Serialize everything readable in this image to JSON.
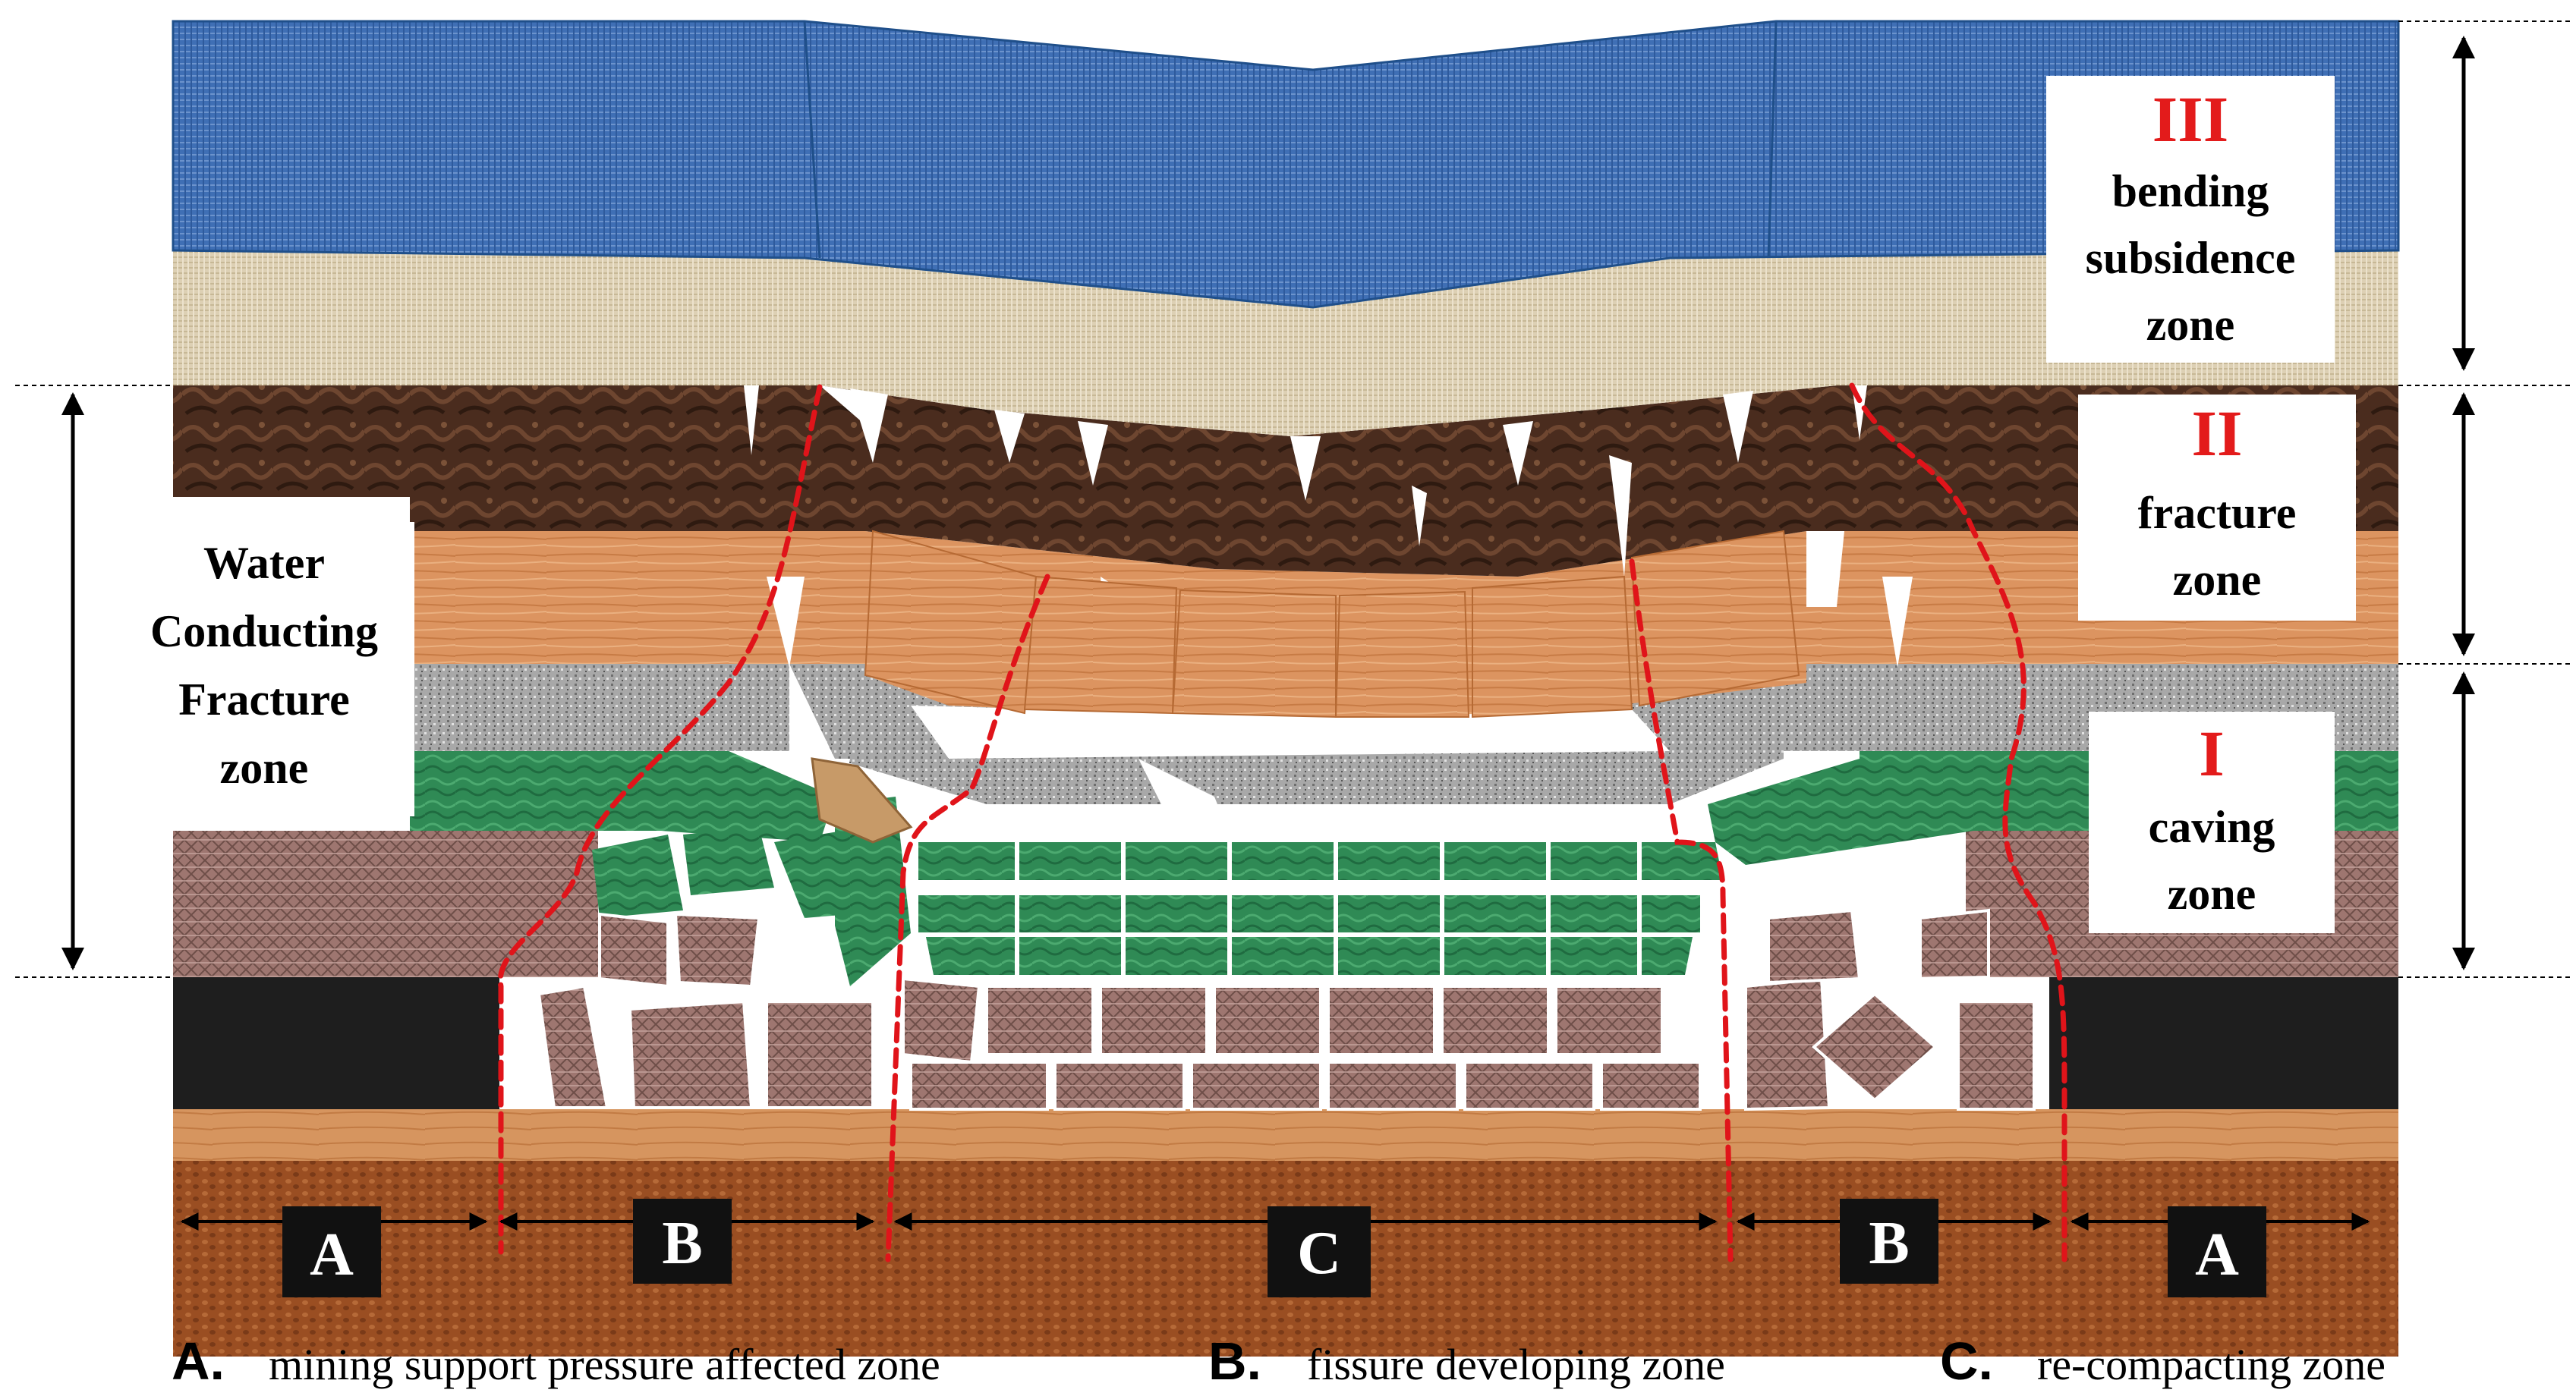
{
  "zones": {
    "bending": {
      "numeral": "III",
      "lines": [
        "bending",
        "subsidence",
        "zone"
      ]
    },
    "fracture": {
      "numeral": "II",
      "lines": [
        "fracture",
        "zone"
      ]
    },
    "caving": {
      "numeral": "I",
      "lines": [
        "caving",
        "zone"
      ]
    },
    "water_conducting": {
      "lines": [
        "Water",
        "Conducting",
        "Fracture",
        "zone"
      ]
    }
  },
  "segments": [
    {
      "letter": "A"
    },
    {
      "letter": "B"
    },
    {
      "letter": "C"
    },
    {
      "letter": "B"
    },
    {
      "letter": "A"
    }
  ],
  "legend": [
    {
      "letter": "A.",
      "text": "mining support pressure affected zone"
    },
    {
      "letter": "B.",
      "text": "fissure developing zone"
    },
    {
      "letter": "C.",
      "text": "re-compacting zone"
    }
  ],
  "colors": {
    "aquifer": "#3f6fb5",
    "sand_layer": "#ddd0b4",
    "dark_rock": "#4a2c1e",
    "sandstone": "#dc9460",
    "gravel": "#a8a8a8",
    "green_rock": "#2f8a55",
    "mudstone": "#9e7670",
    "coal": "#1e1e1e",
    "floor": "#d6955f",
    "base": "#9a4e22",
    "fracture_line": "#e0141a",
    "zone_numeral": "#e31b1b"
  }
}
